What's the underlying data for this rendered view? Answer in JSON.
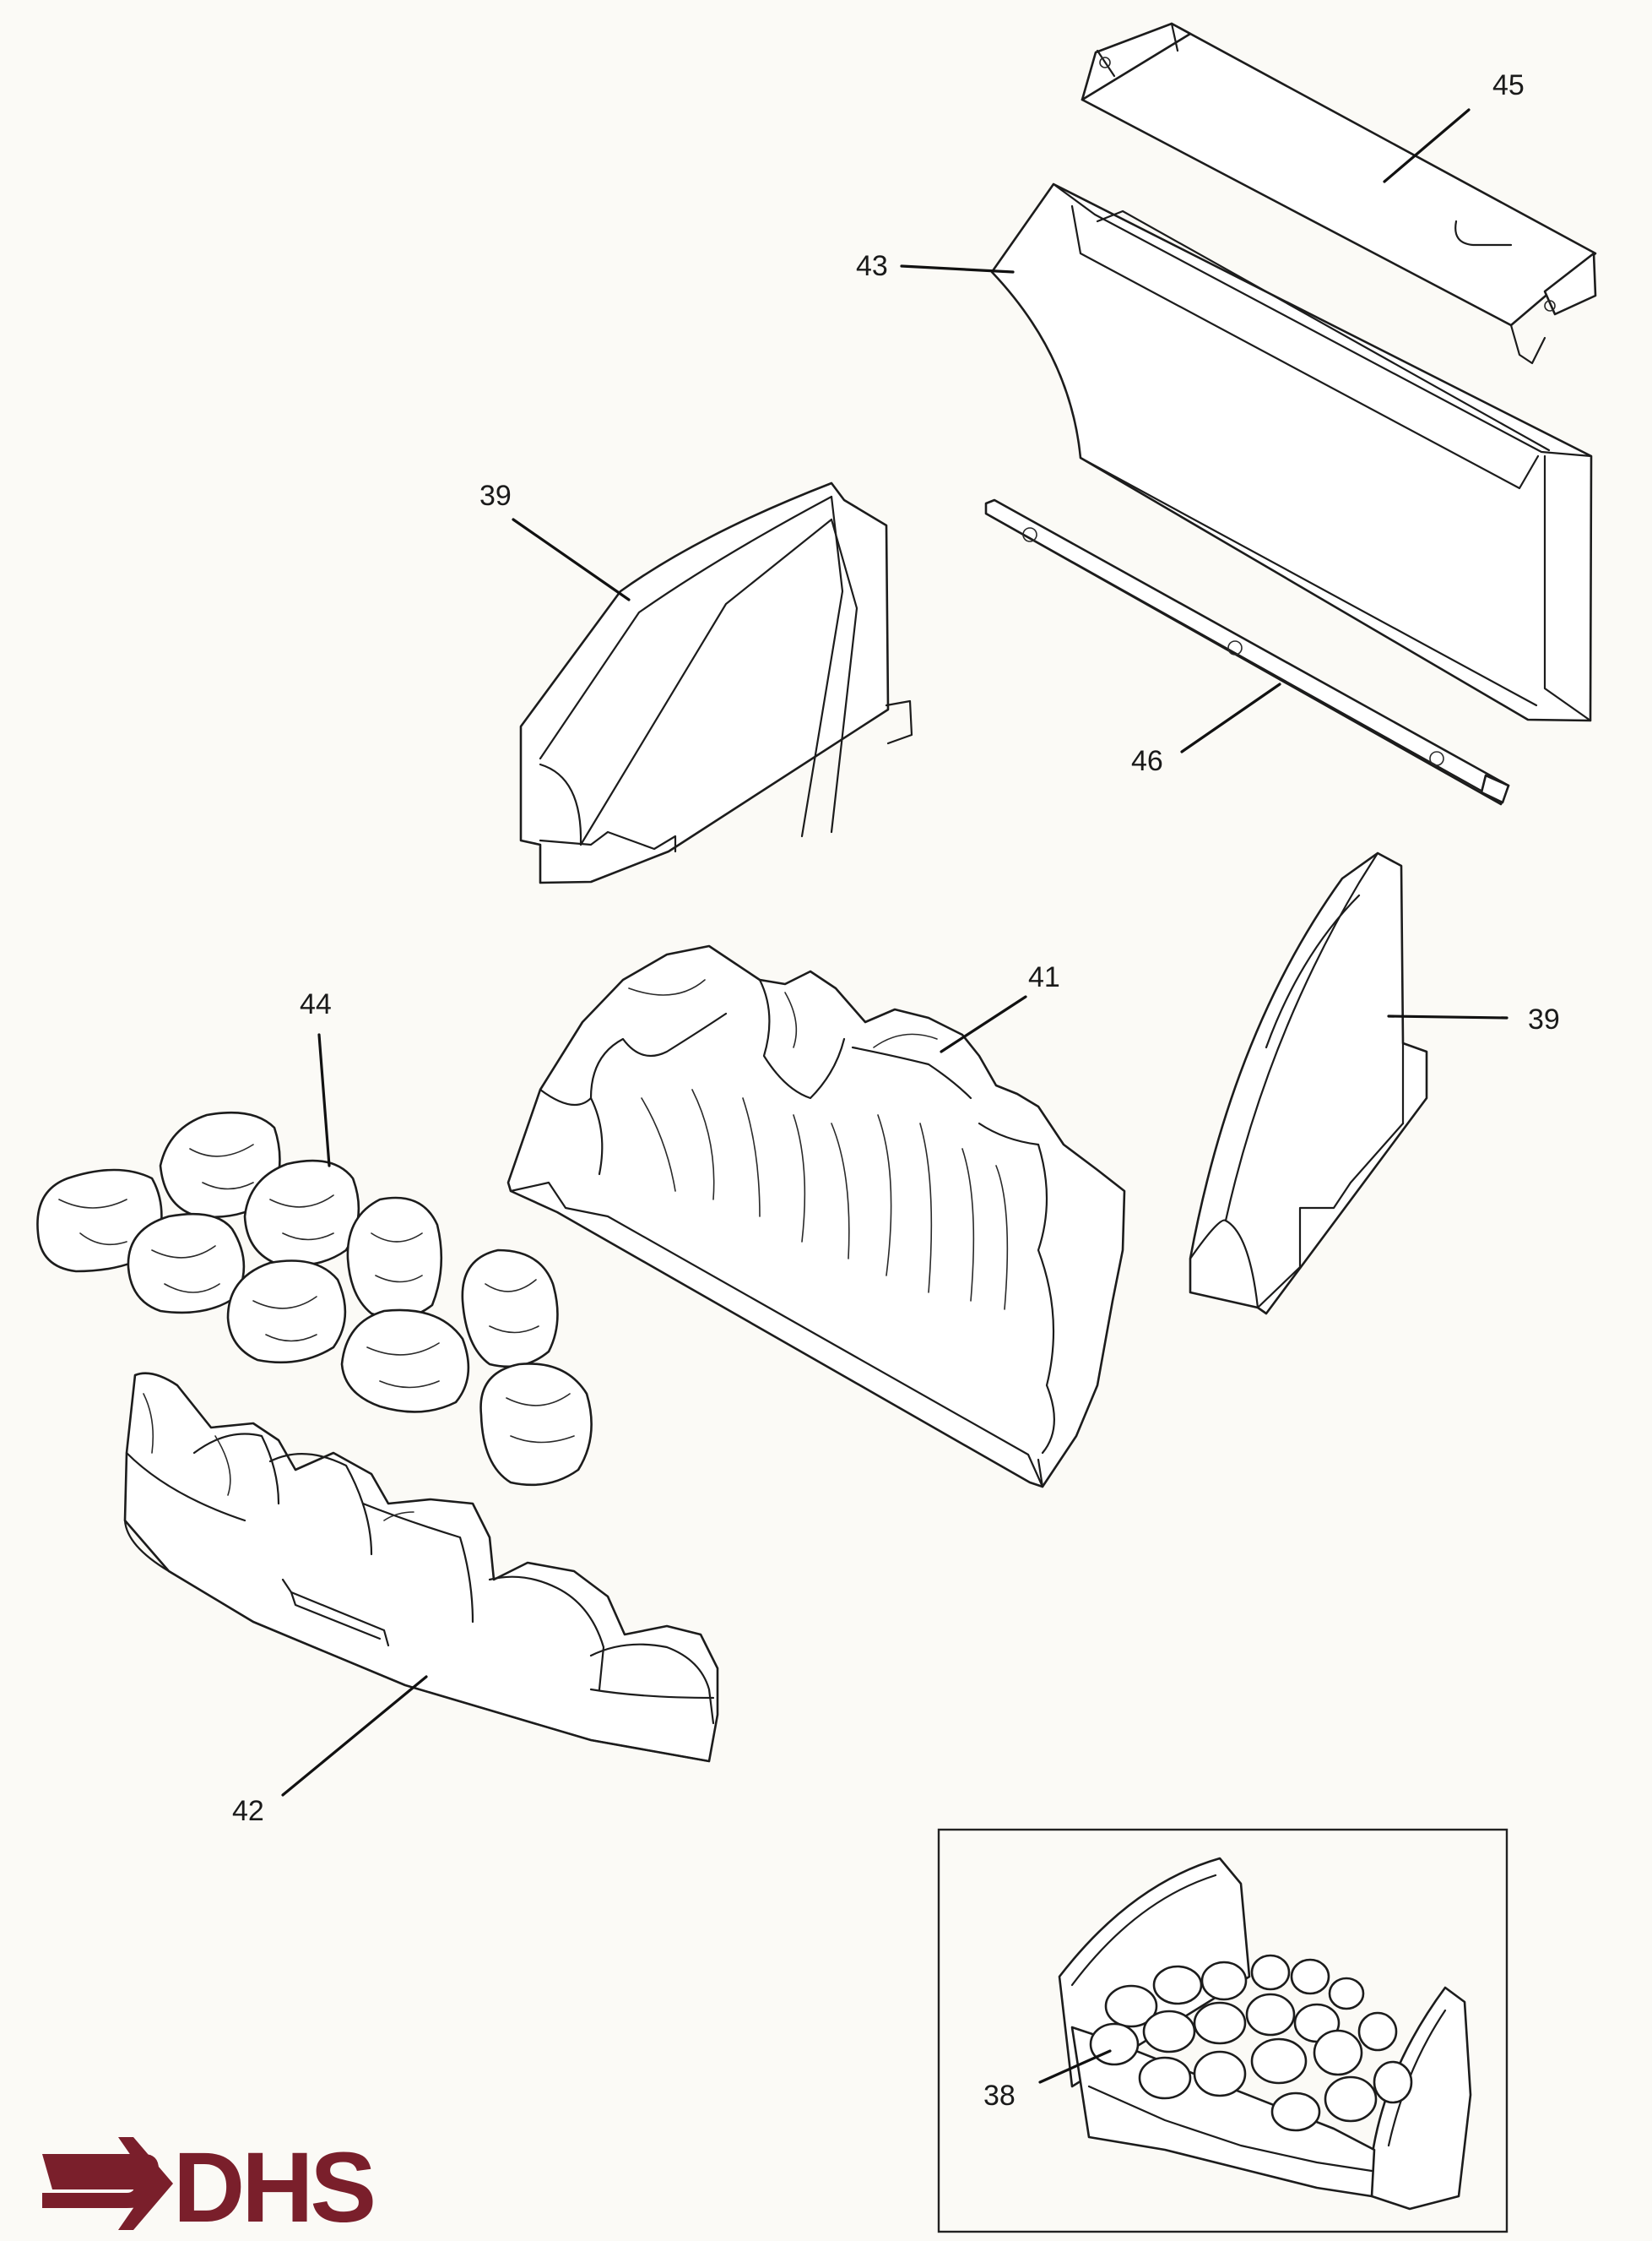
{
  "callouts": {
    "c45": "45",
    "c43": "43",
    "c39a": "39",
    "c46": "46",
    "c41": "41",
    "c39b": "39",
    "c44": "44",
    "c42": "42",
    "c38": "38"
  },
  "logo": {
    "text": "DHS",
    "color": "#7a1f2b"
  }
}
